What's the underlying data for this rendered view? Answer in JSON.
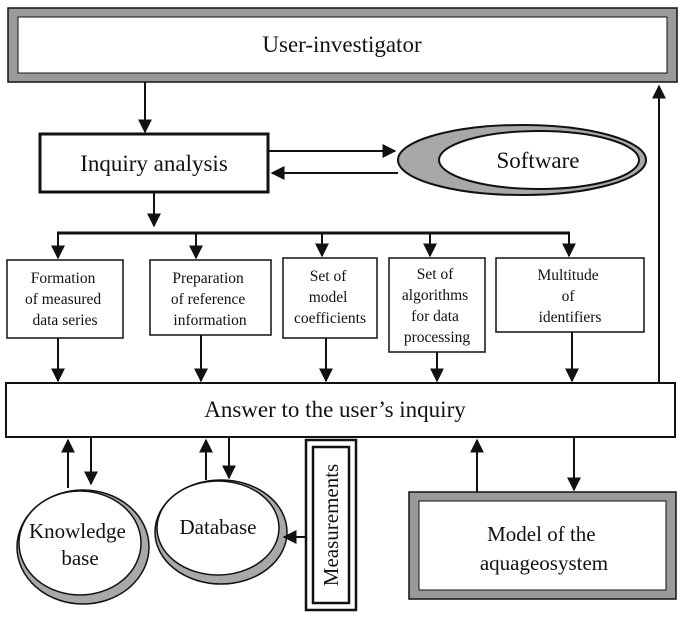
{
  "nodes": {
    "user": "User-investigator",
    "inquiry": "Inquiry analysis",
    "software": "Software",
    "formation": [
      "Formation",
      "of measured",
      "data series"
    ],
    "preparation": [
      "Preparation",
      "of reference",
      "information"
    ],
    "coefficients": [
      "Set of",
      "model",
      "coefficients"
    ],
    "algorithms": [
      "Set of",
      "algorithms",
      "for data",
      "processing"
    ],
    "identifiers": [
      "Multitude",
      "of",
      "identifiers"
    ],
    "answer": "Answer to the user’s inquiry",
    "knowledge": [
      "Knowledge",
      "base"
    ],
    "database": "Database",
    "measurements": "Measurements",
    "model": [
      "Model of the",
      "aquageosystem"
    ]
  },
  "colors": {
    "ink": "#111111",
    "frame_gray": "#9a9a9a",
    "oval_gray": "#a8a8a8"
  }
}
